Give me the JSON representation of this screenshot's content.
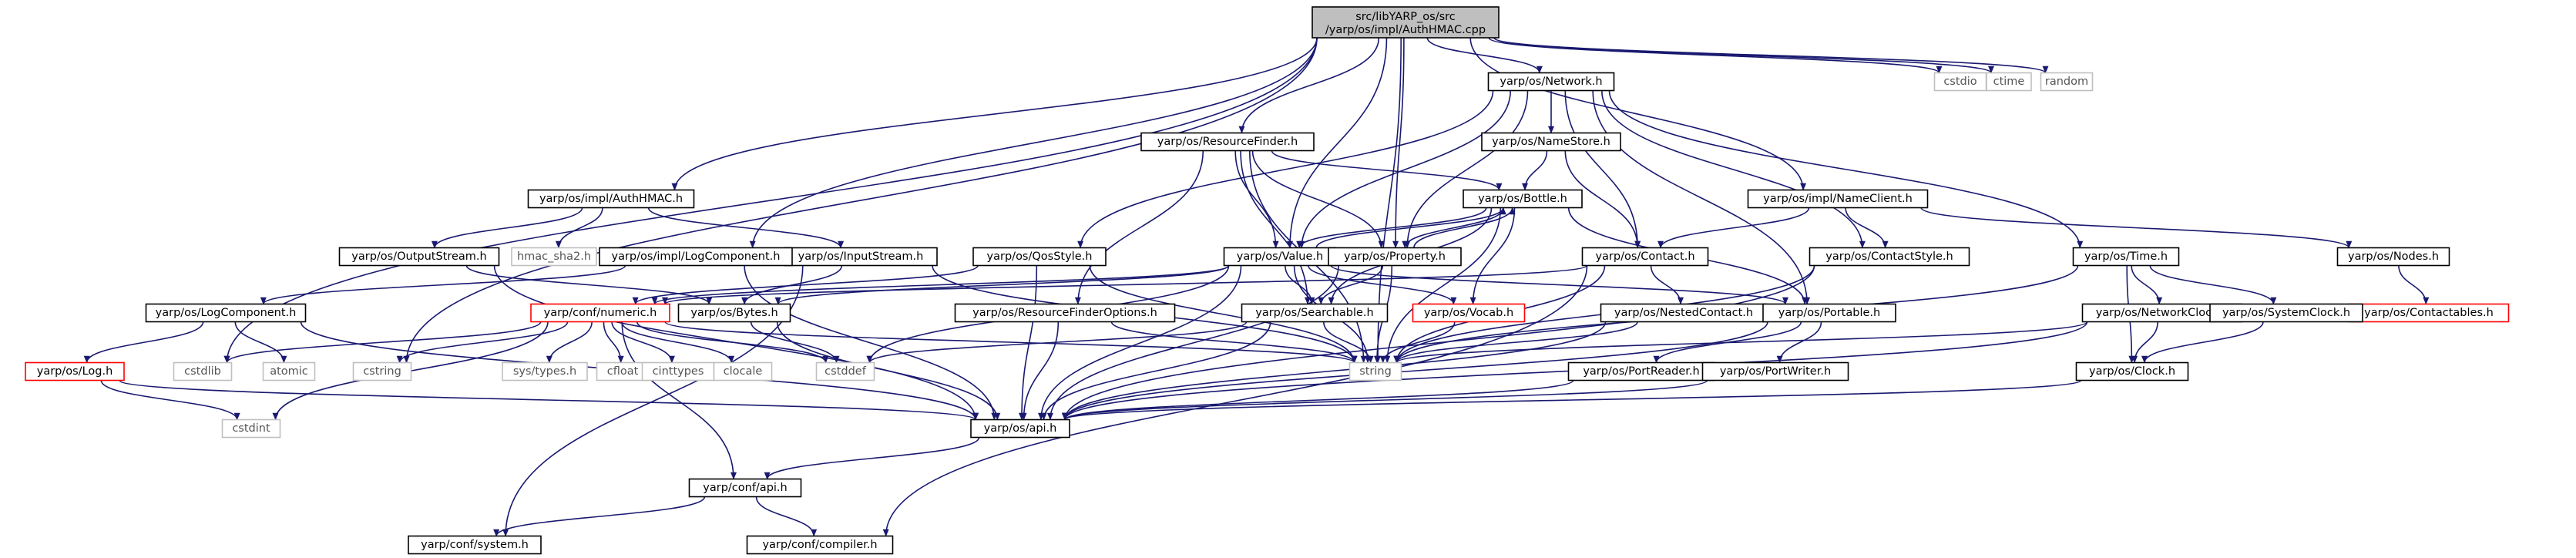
{
  "colors": {
    "edge": "#191970",
    "normal_border": "#000000",
    "root_fill": "#bfbfbf",
    "external_border": "#bfbfbf",
    "external_text": "#555555",
    "truncated_border": "#ff0000"
  },
  "nodes": [
    {
      "id": "root",
      "lines": [
        "src/libYARP_os/src",
        "/yarp/os/impl/AuthHMAC.cpp"
      ],
      "style": "root"
    },
    {
      "id": "network",
      "lines": [
        "yarp/os/Network.h"
      ],
      "style": "normal"
    },
    {
      "id": "cstdio",
      "lines": [
        "cstdio"
      ],
      "style": "external"
    },
    {
      "id": "ctime",
      "lines": [
        "ctime"
      ],
      "style": "external"
    },
    {
      "id": "random",
      "lines": [
        "random"
      ],
      "style": "external"
    },
    {
      "id": "resfinder",
      "lines": [
        "yarp/os/ResourceFinder.h"
      ],
      "style": "normal"
    },
    {
      "id": "namestore",
      "lines": [
        "yarp/os/NameStore.h"
      ],
      "style": "normal"
    },
    {
      "id": "authhmac",
      "lines": [
        "yarp/os/impl/AuthHMAC.h"
      ],
      "style": "normal"
    },
    {
      "id": "bottle",
      "lines": [
        "yarp/os/Bottle.h"
      ],
      "style": "normal"
    },
    {
      "id": "nameclient",
      "lines": [
        "yarp/os/impl/NameClient.h"
      ],
      "style": "normal"
    },
    {
      "id": "outstream",
      "lines": [
        "yarp/os/OutputStream.h"
      ],
      "style": "normal"
    },
    {
      "id": "hmac",
      "lines": [
        "hmac_sha2.h"
      ],
      "style": "external"
    },
    {
      "id": "inputstream",
      "lines": [
        "yarp/os/InputStream.h"
      ],
      "style": "normal"
    },
    {
      "id": "implogcomp",
      "lines": [
        "yarp/os/impl/LogComponent.h"
      ],
      "style": "normal"
    },
    {
      "id": "qosstyle",
      "lines": [
        "yarp/os/QosStyle.h"
      ],
      "style": "normal"
    },
    {
      "id": "value",
      "lines": [
        "yarp/os/Value.h"
      ],
      "style": "normal"
    },
    {
      "id": "property",
      "lines": [
        "yarp/os/Property.h"
      ],
      "style": "normal"
    },
    {
      "id": "contact",
      "lines": [
        "yarp/os/Contact.h"
      ],
      "style": "normal"
    },
    {
      "id": "contactstyle",
      "lines": [
        "yarp/os/ContactStyle.h"
      ],
      "style": "normal"
    },
    {
      "id": "time",
      "lines": [
        "yarp/os/Time.h"
      ],
      "style": "normal"
    },
    {
      "id": "nodes",
      "lines": [
        "yarp/os/Nodes.h"
      ],
      "style": "normal"
    },
    {
      "id": "contactables",
      "lines": [
        "yarp/os/Contactables.h"
      ],
      "style": "truncated"
    },
    {
      "id": "logcomp",
      "lines": [
        "yarp/os/LogComponent.h"
      ],
      "style": "normal"
    },
    {
      "id": "numeric",
      "lines": [
        "yarp/conf/numeric.h"
      ],
      "style": "truncated"
    },
    {
      "id": "bytes",
      "lines": [
        "yarp/os/Bytes.h"
      ],
      "style": "normal"
    },
    {
      "id": "resfinderopts",
      "lines": [
        "yarp/os/ResourceFinderOptions.h"
      ],
      "style": "normal"
    },
    {
      "id": "searchable",
      "lines": [
        "yarp/os/Searchable.h"
      ],
      "style": "normal"
    },
    {
      "id": "vocab",
      "lines": [
        "yarp/os/Vocab.h"
      ],
      "style": "truncated"
    },
    {
      "id": "nestedcontact",
      "lines": [
        "yarp/os/NestedContact.h"
      ],
      "style": "normal"
    },
    {
      "id": "portable",
      "lines": [
        "yarp/os/Portable.h"
      ],
      "style": "normal"
    },
    {
      "id": "networkclock",
      "lines": [
        "yarp/os/NetworkClock.h"
      ],
      "style": "normal"
    },
    {
      "id": "systemclock",
      "lines": [
        "yarp/os/SystemClock.h"
      ],
      "style": "normal"
    },
    {
      "id": "log",
      "lines": [
        "yarp/os/Log.h"
      ],
      "style": "truncated"
    },
    {
      "id": "cstdlib",
      "lines": [
        "cstdlib"
      ],
      "style": "external"
    },
    {
      "id": "atomic",
      "lines": [
        "atomic"
      ],
      "style": "external"
    },
    {
      "id": "cstring",
      "lines": [
        "cstring"
      ],
      "style": "external"
    },
    {
      "id": "systypes",
      "lines": [
        "sys/types.h"
      ],
      "style": "external"
    },
    {
      "id": "cfloat",
      "lines": [
        "cfloat"
      ],
      "style": "external"
    },
    {
      "id": "cinttypes",
      "lines": [
        "cinttypes"
      ],
      "style": "external"
    },
    {
      "id": "clocale",
      "lines": [
        "clocale"
      ],
      "style": "external"
    },
    {
      "id": "cstddef",
      "lines": [
        "cstddef"
      ],
      "style": "external"
    },
    {
      "id": "string",
      "lines": [
        "string"
      ],
      "style": "external"
    },
    {
      "id": "portreader",
      "lines": [
        "yarp/os/PortReader.h"
      ],
      "style": "normal"
    },
    {
      "id": "portwriter",
      "lines": [
        "yarp/os/PortWriter.h"
      ],
      "style": "normal"
    },
    {
      "id": "clock",
      "lines": [
        "yarp/os/Clock.h"
      ],
      "style": "normal"
    },
    {
      "id": "cstdint",
      "lines": [
        "cstdint"
      ],
      "style": "external"
    },
    {
      "id": "osapi",
      "lines": [
        "yarp/os/api.h"
      ],
      "style": "normal"
    },
    {
      "id": "confapi",
      "lines": [
        "yarp/conf/api.h"
      ],
      "style": "normal"
    },
    {
      "id": "system",
      "lines": [
        "yarp/conf/system.h"
      ],
      "style": "normal"
    },
    {
      "id": "compiler",
      "lines": [
        "yarp/conf/compiler.h"
      ],
      "style": "normal"
    }
  ],
  "edges": [
    [
      "root",
      "network"
    ],
    [
      "root",
      "cstdio"
    ],
    [
      "root",
      "ctime"
    ],
    [
      "root",
      "random"
    ],
    [
      "root",
      "resfinder"
    ],
    [
      "root",
      "authhmac"
    ],
    [
      "root",
      "implogcomp"
    ],
    [
      "root",
      "property"
    ],
    [
      "root",
      "nameclient"
    ],
    [
      "root",
      "cstdlib"
    ],
    [
      "root",
      "cstring"
    ],
    [
      "root",
      "value"
    ],
    [
      "root",
      "string"
    ],
    [
      "network",
      "qosstyle"
    ],
    [
      "network",
      "namestore"
    ],
    [
      "network",
      "value"
    ],
    [
      "network",
      "property"
    ],
    [
      "network",
      "contact"
    ],
    [
      "network",
      "contactstyle"
    ],
    [
      "network",
      "portable"
    ],
    [
      "network",
      "time"
    ],
    [
      "resfinder",
      "bottle"
    ],
    [
      "resfinder",
      "value"
    ],
    [
      "resfinder",
      "property"
    ],
    [
      "resfinder",
      "searchable"
    ],
    [
      "resfinder",
      "resfinderopts"
    ],
    [
      "resfinder",
      "string"
    ],
    [
      "namestore",
      "bottle"
    ],
    [
      "namestore",
      "contact"
    ],
    [
      "authhmac",
      "outstream"
    ],
    [
      "authhmac",
      "hmac"
    ],
    [
      "authhmac",
      "inputstream"
    ],
    [
      "implogcomp",
      "logcomp"
    ],
    [
      "implogcomp",
      "osapi"
    ],
    [
      "nameclient",
      "contact"
    ],
    [
      "nameclient",
      "contactstyle"
    ],
    [
      "nameclient",
      "nodes"
    ],
    [
      "nodes",
      "contactables"
    ],
    [
      "bottle",
      "value"
    ],
    [
      "bottle",
      "property"
    ],
    [
      "bottle",
      "searchable"
    ],
    [
      "bottle",
      "vocab"
    ],
    [
      "bottle",
      "portable"
    ],
    [
      "bottle",
      "string"
    ],
    [
      "value",
      "bottle"
    ],
    [
      "value",
      "property"
    ],
    [
      "value",
      "numeric"
    ],
    [
      "value",
      "bytes"
    ],
    [
      "value",
      "searchable"
    ],
    [
      "value",
      "vocab"
    ],
    [
      "value",
      "portable"
    ],
    [
      "value",
      "string"
    ],
    [
      "value",
      "osapi"
    ],
    [
      "value",
      "cstddef"
    ],
    [
      "property",
      "bottle"
    ],
    [
      "property",
      "searchable"
    ],
    [
      "property",
      "string"
    ],
    [
      "property",
      "osapi"
    ],
    [
      "qosstyle",
      "numeric"
    ],
    [
      "qosstyle",
      "string"
    ],
    [
      "qosstyle",
      "osapi"
    ],
    [
      "contact",
      "nestedcontact"
    ],
    [
      "contact",
      "string"
    ],
    [
      "contact",
      "numeric"
    ],
    [
      "contact",
      "compiler"
    ],
    [
      "contactstyle",
      "string"
    ],
    [
      "contactstyle",
      "osapi"
    ],
    [
      "time",
      "networkclock"
    ],
    [
      "time",
      "systemclock"
    ],
    [
      "time",
      "clock"
    ],
    [
      "time",
      "string"
    ],
    [
      "outstream",
      "bytes"
    ],
    [
      "outstream",
      "osapi"
    ],
    [
      "inputstream",
      "bytes"
    ],
    [
      "inputstream",
      "string"
    ],
    [
      "inputstream",
      "system"
    ],
    [
      "logcomp",
      "log"
    ],
    [
      "logcomp",
      "atomic"
    ],
    [
      "logcomp",
      "osapi"
    ],
    [
      "log",
      "cstdint"
    ],
    [
      "log",
      "osapi"
    ],
    [
      "numeric",
      "cstdlib"
    ],
    [
      "numeric",
      "cstring"
    ],
    [
      "numeric",
      "systypes"
    ],
    [
      "numeric",
      "cfloat"
    ],
    [
      "numeric",
      "cinttypes"
    ],
    [
      "numeric",
      "clocale"
    ],
    [
      "numeric",
      "cstddef"
    ],
    [
      "numeric",
      "string"
    ],
    [
      "numeric",
      "cstdint"
    ],
    [
      "numeric",
      "confapi"
    ],
    [
      "bytes",
      "cstddef"
    ],
    [
      "bytes",
      "osapi"
    ],
    [
      "resfinderopts",
      "string"
    ],
    [
      "resfinderopts",
      "osapi"
    ],
    [
      "searchable",
      "string"
    ],
    [
      "searchable",
      "cstddef"
    ],
    [
      "searchable",
      "osapi"
    ],
    [
      "vocab",
      "string"
    ],
    [
      "nestedcontact",
      "string"
    ],
    [
      "nestedcontact",
      "osapi"
    ],
    [
      "portable",
      "portreader"
    ],
    [
      "portable",
      "portwriter"
    ],
    [
      "portable",
      "osapi"
    ],
    [
      "networkclock",
      "clock"
    ],
    [
      "networkclock",
      "osapi"
    ],
    [
      "networkclock",
      "string"
    ],
    [
      "systemclock",
      "clock"
    ],
    [
      "portreader",
      "osapi"
    ],
    [
      "portwriter",
      "osapi"
    ],
    [
      "clock",
      "osapi"
    ],
    [
      "osapi",
      "confapi"
    ],
    [
      "confapi",
      "system"
    ],
    [
      "confapi",
      "compiler"
    ]
  ]
}
